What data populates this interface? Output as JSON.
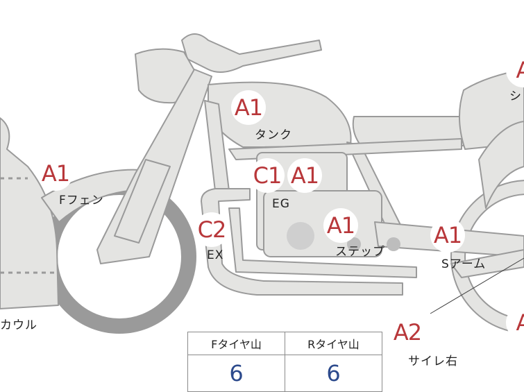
{
  "labels": {
    "tank": "タンク",
    "f_fender": "Fフェン",
    "eg": "EG",
    "ex": "EX",
    "step": "ステップ",
    "s_arm": "Sアーム",
    "cowl": "カウル",
    "saile": "サイレ右",
    "seat": "シ"
  },
  "grades": {
    "tank": "A1",
    "f_fender": "A1",
    "eg_left": "C1",
    "eg_right": "A1",
    "ex": "C2",
    "step": "A1",
    "s_arm": "A1",
    "saile": "A2",
    "seat": "A",
    "rear": "A"
  },
  "tire_table": {
    "front_header": "Fタイヤ山",
    "rear_header": "Rタイヤ山",
    "front_value": "6",
    "rear_value": "6"
  },
  "colors": {
    "part_fill": "#e4e4e2",
    "part_stroke": "#9a9a9a",
    "grade_text": "#b8373a",
    "value_text": "#2c4a8c"
  }
}
